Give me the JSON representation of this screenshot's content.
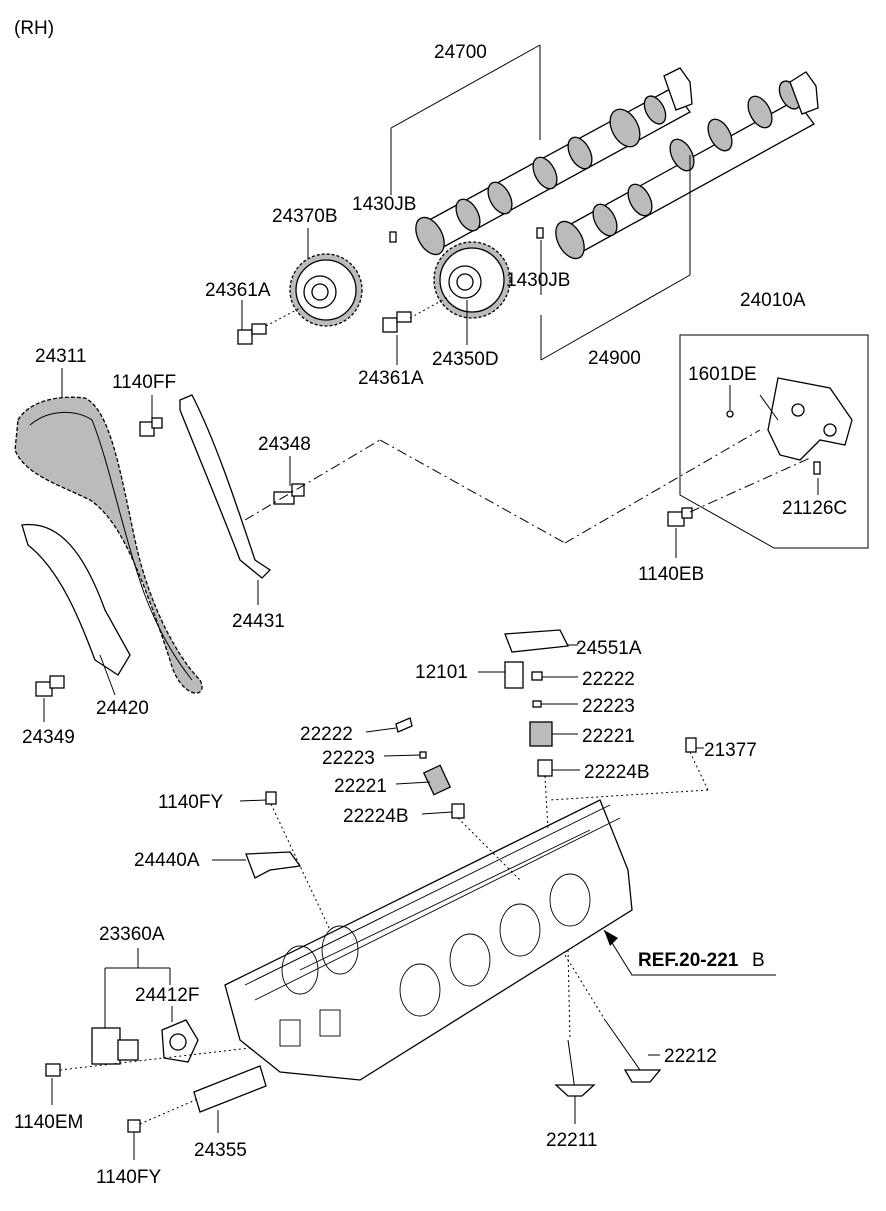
{
  "header": {
    "side": "(RH)"
  },
  "labels": {
    "p24700": "24700",
    "p1430jb_a": "1430JB",
    "p24370b": "24370B",
    "p24361a_a": "24361A",
    "p1430jb_b": "1430JB",
    "p24010a": "24010A",
    "p24350d": "24350D",
    "p24900": "24900",
    "p24361a_b": "24361A",
    "p24311": "24311",
    "p1140ff": "1140FF",
    "p1601de": "1601DE",
    "p24348": "24348",
    "p21126c": "21126C",
    "p1140eb": "1140EB",
    "p24431": "24431",
    "p24551a": "24551A",
    "p12101": "12101",
    "p22222_a": "22222",
    "p24420": "24420",
    "p22223_a": "22223",
    "p24349": "24349",
    "p22222_b": "22222",
    "p22221_a": "22221",
    "p21377": "21377",
    "p22223_b": "22223",
    "p22224b_a": "22224B",
    "p22221_b": "22221",
    "p1140fy_a": "1140FY",
    "p22224b_b": "22224B",
    "p24440a": "24440A",
    "p23360a": "23360A",
    "ref_main": "REF.20-221",
    "ref_suffix": "B",
    "p24412f": "24412F",
    "p22212": "22212",
    "p1140em": "1140EM",
    "p24355": "24355",
    "p22211": "22211",
    "p1140fy_b": "1140FY"
  }
}
